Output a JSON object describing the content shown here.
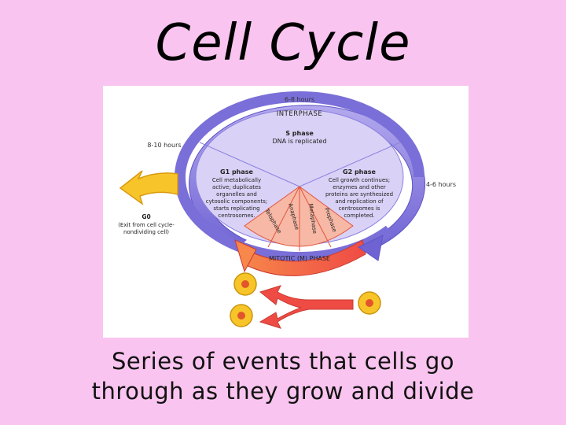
{
  "slide": {
    "title": "Cell Cycle",
    "caption_line1": "Series of events that cells go",
    "caption_line2": "through as they grow and divide"
  },
  "diagram": {
    "interphase_label": "INTERPHASE",
    "time_interphase": "6-8 hours",
    "time_g1": "8-10 hours",
    "time_g2": "4-6 hours",
    "s_phase_title": "S phase",
    "s_phase_desc": "DNA is replicated",
    "g1_title": "G1 phase",
    "g1_lines": [
      "Cell metabolically",
      "active; duplicates",
      "organelles and",
      "cytosolic components;",
      "starts replicating",
      "centrosomes."
    ],
    "g2_title": "G2 phase",
    "g2_lines": [
      "Cell growth continues;",
      "enzymes and other",
      "proteins are synthesized",
      "and replication of",
      "centrosomes is",
      "completed."
    ],
    "g0_title": "G0",
    "g0_lines": [
      "(Exit from cell cycle-",
      "nondividing cell)"
    ],
    "mitotic_label": "MITOTIC (M) PHASE",
    "mitosis_stages": [
      "Telophase",
      "Anaphase",
      "Metaphase",
      "Prophase"
    ],
    "colors": {
      "background": "#f9c4ef",
      "ring": "#8a7fe0",
      "ring_dark": "#5f54c6",
      "interior": "#d9d2f6",
      "mitotic": "#f25a4a",
      "g0_arrow": "#f7c52a",
      "cell_fill": "#f7c52a",
      "cell_nucleus": "#e2562c"
    }
  }
}
